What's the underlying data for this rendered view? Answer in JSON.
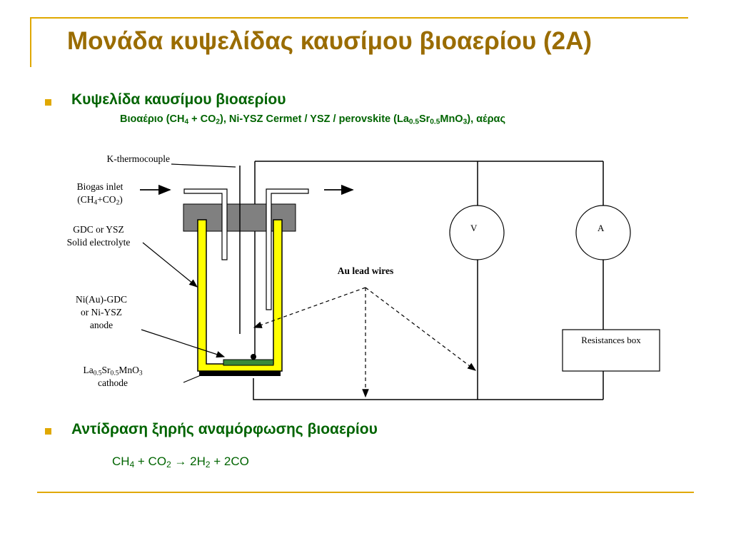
{
  "slide": {
    "title": "Μονάδα κυψελίδας καυσίμου βιοαερίου (2Α)"
  },
  "section1": {
    "heading": "Κυψελίδα καυσίμου βιοαερίου",
    "subtitle": {
      "p1": "Βιοαέριο (CH",
      "s1": "4",
      "p2": " + CO",
      "s2": "2",
      "p3": "), Ni-YSZ Cermet / YSZ / perovskite (La",
      "s3": "0.5",
      "p4": "Sr",
      "s4": "0.5",
      "p5": "MnO",
      "s5": "3",
      "p6": "), αέρας"
    }
  },
  "diagram": {
    "thermocouple": "K-thermocouple",
    "biogas_line1": "Biogas inlet",
    "biogas_line2": {
      "p1": "(CH",
      "s1": "4",
      "p2": "+CO",
      "s2": "2",
      "p3": ")"
    },
    "electrolyte_line1": "GDC or YSZ",
    "electrolyte_line2": "Solid electrolyte",
    "anode_line1": "Ni(Au)-GDC",
    "anode_line2": "or Ni-YSZ",
    "anode_line3": "anode",
    "cathode_line1": {
      "p1": "La",
      "s1": "0.5",
      "p2": "Sr",
      "s2": "0.5",
      "p3": "MnO",
      "s3": "3"
    },
    "cathode_line2": "cathode",
    "au_wires": "Au lead wires",
    "voltmeter": "V",
    "ammeter": "A",
    "resistances": "Resistances box",
    "colors": {
      "electrolyte": "#ffff00",
      "anode": "#3a8a3a",
      "cap": "#808080",
      "cathode": "#000000"
    }
  },
  "section2": {
    "heading": "Αντίδραση ξηρής αναμόρφωσης βιοαερίου",
    "equation": {
      "p1": "CH",
      "s1": "4",
      "p2": " + CO",
      "s2": "2",
      "arrow": " → ",
      "p3": "2H",
      "s3": "2",
      "p4": " + 2CO"
    }
  }
}
